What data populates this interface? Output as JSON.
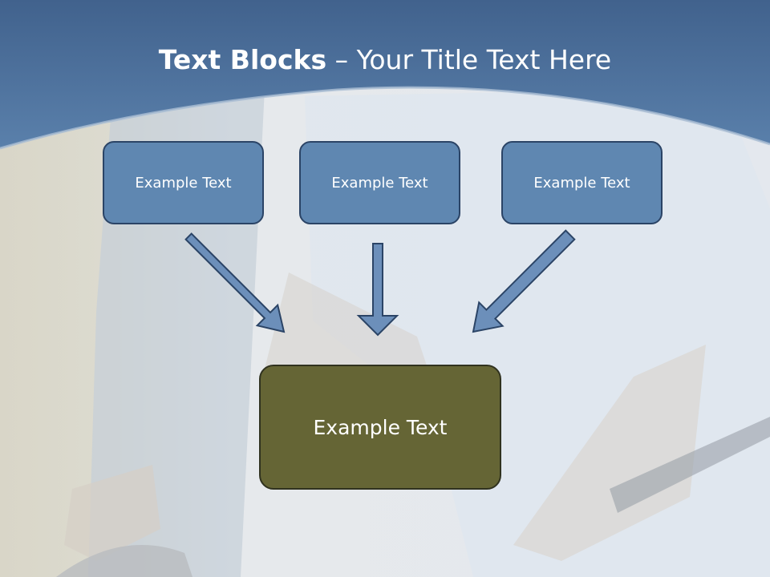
{
  "slide": {
    "title_bold": "Text Blocks",
    "title_dash": " – ",
    "title_rest": "Your Title Text Here"
  },
  "blocks": [
    {
      "label": "Example Text"
    },
    {
      "label": "Example Text"
    },
    {
      "label": "Example Text"
    }
  ],
  "target": {
    "label": "Example Text"
  },
  "colors": {
    "header_band": "#4a6f9c",
    "block_fill": "#5f87b1",
    "block_border": "#2b4466",
    "target_fill": "#656535",
    "arrow_fill": "#6c8fba"
  }
}
